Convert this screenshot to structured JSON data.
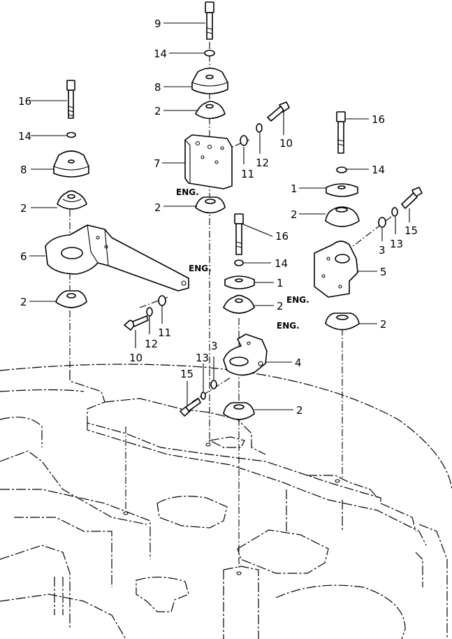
{
  "callouts": [
    {
      "label": "9"
    },
    {
      "label": "14"
    },
    {
      "label": "8"
    },
    {
      "label": "2"
    },
    {
      "label": "7"
    },
    {
      "label": "11"
    },
    {
      "label": "12"
    },
    {
      "label": "10"
    },
    {
      "label": "ENG."
    },
    {
      "label": "2"
    },
    {
      "label": "16"
    },
    {
      "label": "14"
    },
    {
      "label": "8"
    },
    {
      "label": "2"
    },
    {
      "label": "6"
    },
    {
      "label": "ENG."
    },
    {
      "label": "2"
    },
    {
      "label": "10"
    },
    {
      "label": "12"
    },
    {
      "label": "11"
    },
    {
      "label": "16"
    },
    {
      "label": "14"
    },
    {
      "label": "1"
    },
    {
      "label": "2"
    },
    {
      "label": "3"
    },
    {
      "label": "13"
    },
    {
      "label": "15"
    },
    {
      "label": "5"
    },
    {
      "label": "ENG."
    },
    {
      "label": "2"
    },
    {
      "label": "16"
    },
    {
      "label": "14"
    },
    {
      "label": "1"
    },
    {
      "label": "2"
    },
    {
      "label": "ENG."
    },
    {
      "label": "4"
    },
    {
      "label": "13"
    },
    {
      "label": "3"
    },
    {
      "label": "15"
    },
    {
      "label": "2"
    }
  ]
}
